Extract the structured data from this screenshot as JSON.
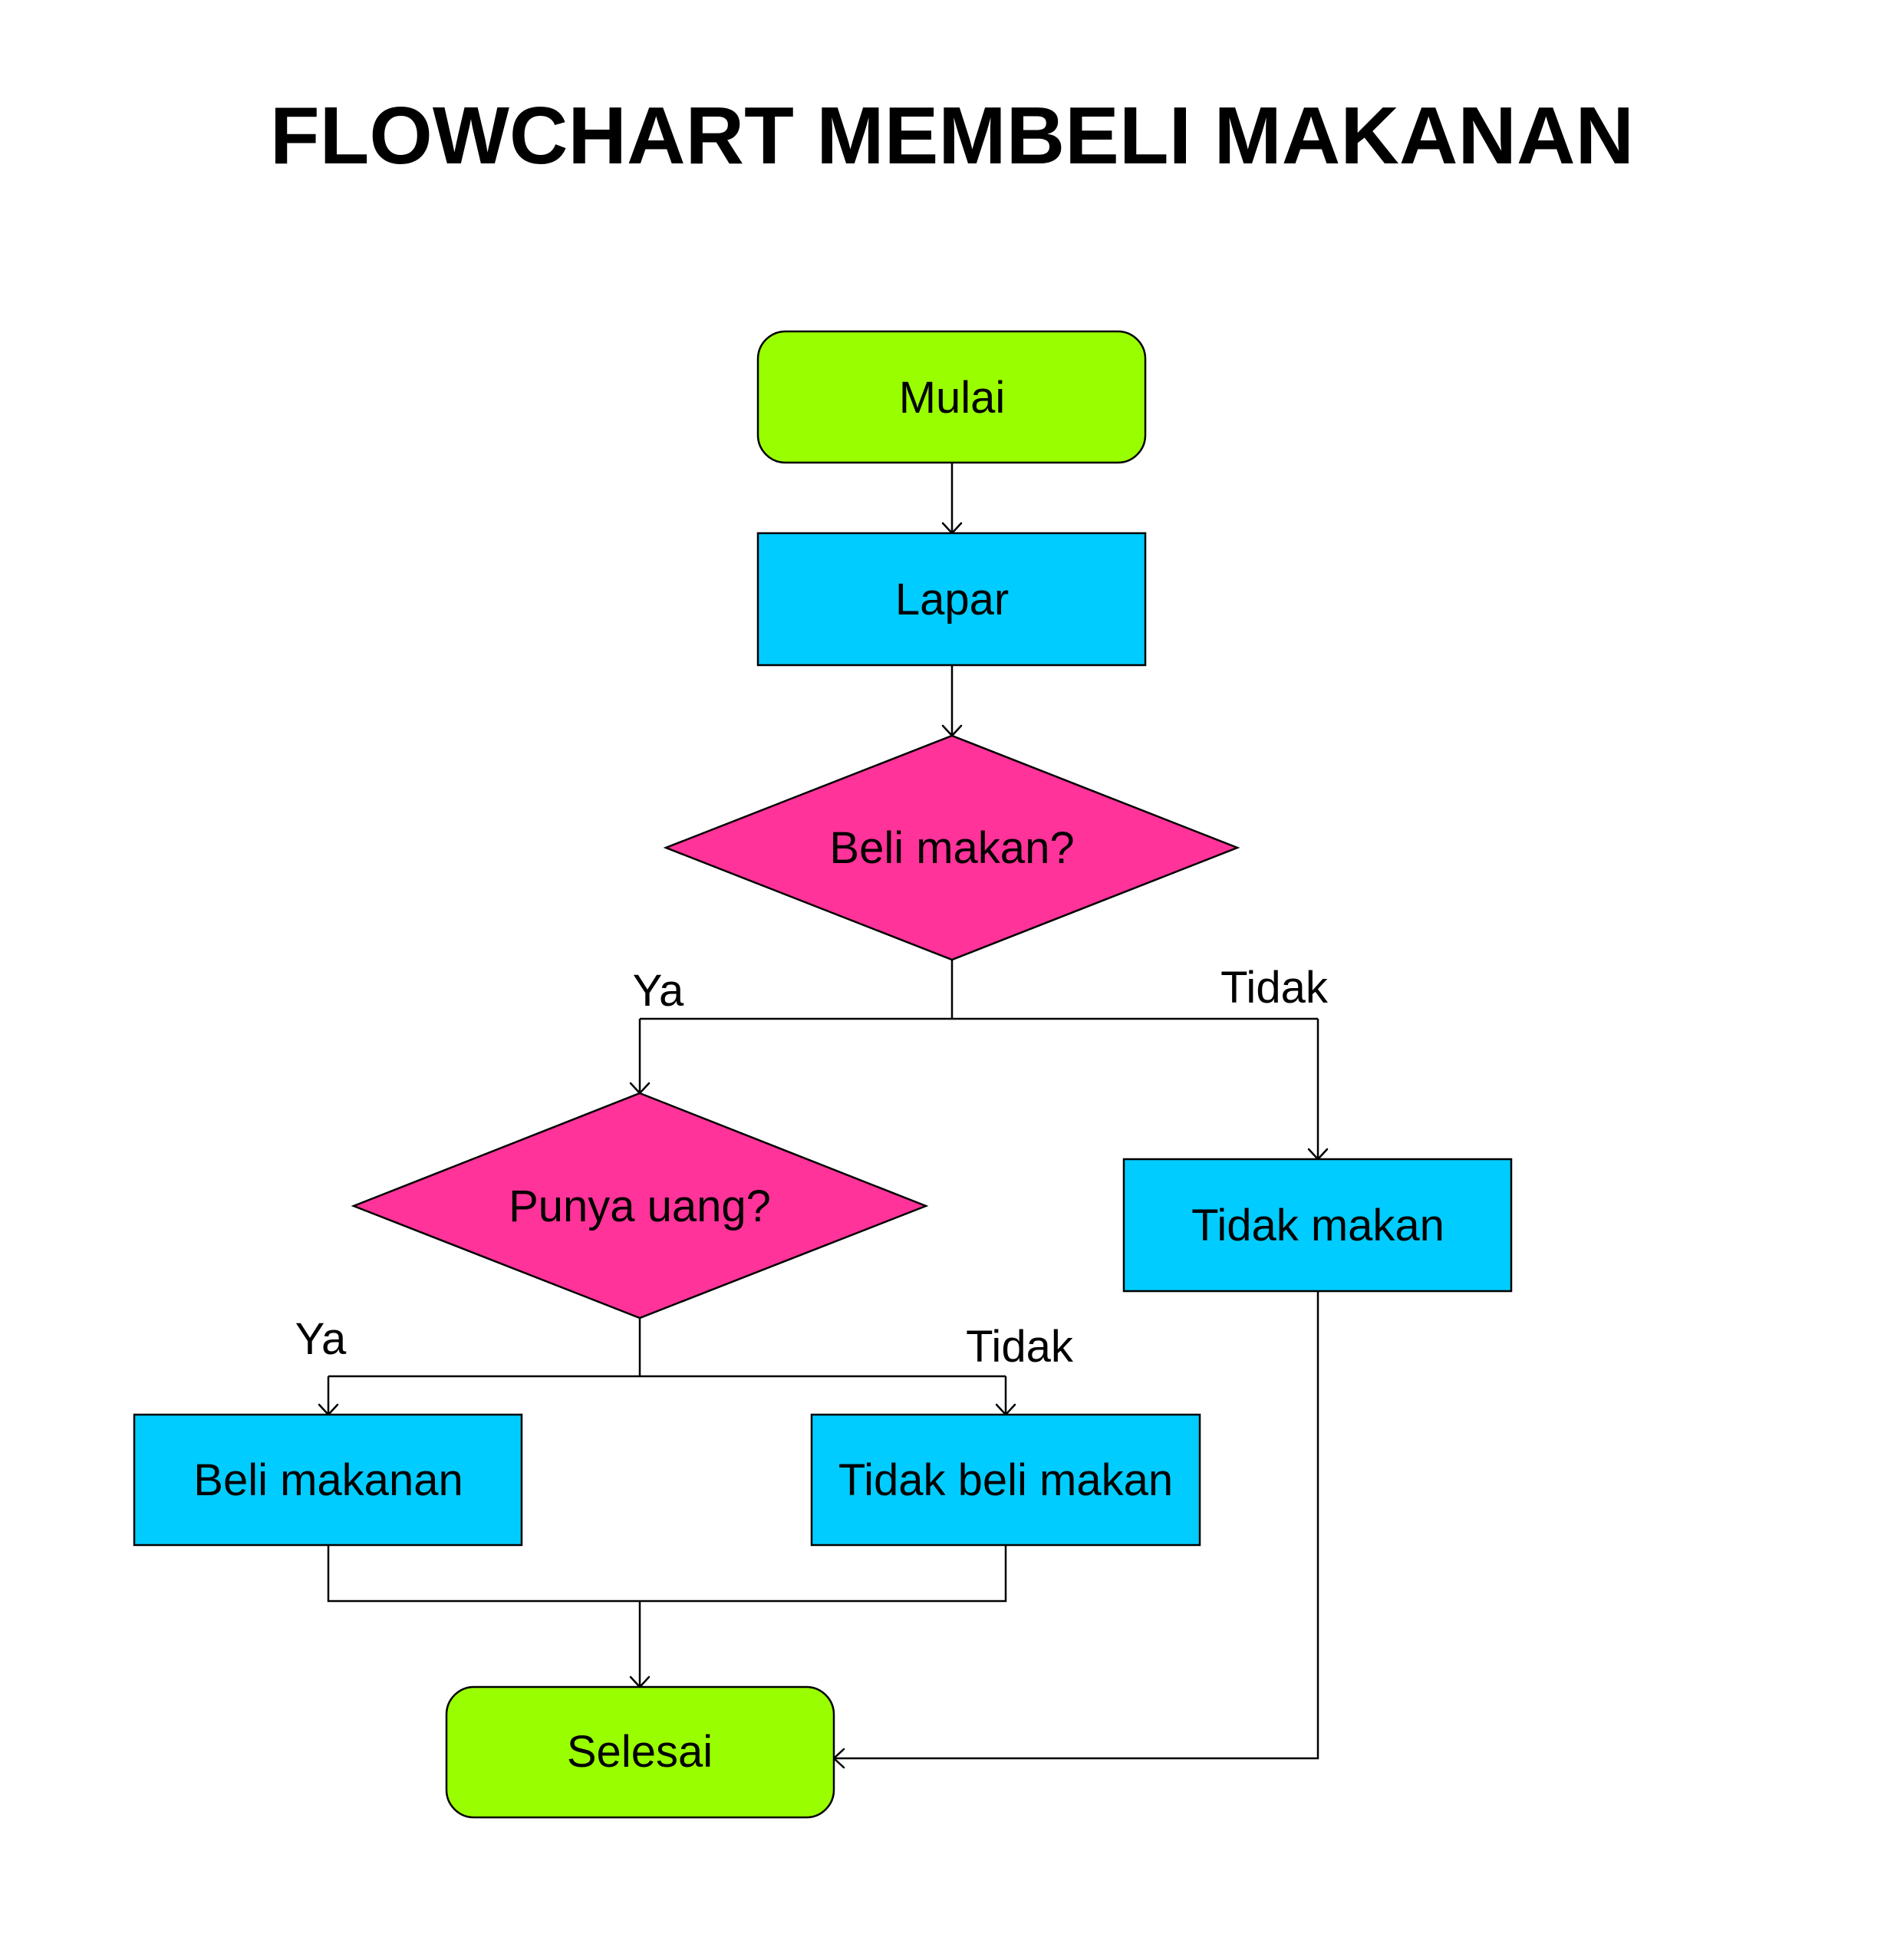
{
  "title": "FLOWCHART MEMBELI MAKANAN",
  "colors": {
    "terminal": "#99ff00",
    "process": "#00ccff",
    "decision": "#ff3399",
    "line": "#000000",
    "background": "#ffffff"
  },
  "nodes": {
    "start": {
      "label": "Mulai",
      "type": "terminal"
    },
    "hungry": {
      "label": "Lapar",
      "type": "process"
    },
    "buy_food_decision": {
      "label": "Beli makan?",
      "type": "decision"
    },
    "have_money_decision": {
      "label": "Punya uang?",
      "type": "decision"
    },
    "no_eat": {
      "label": "Tidak makan",
      "type": "process"
    },
    "buy_food": {
      "label": "Beli makanan",
      "type": "process"
    },
    "no_buy_food": {
      "label": "Tidak beli makan",
      "type": "process"
    },
    "end": {
      "label": "Selesai",
      "type": "terminal"
    }
  },
  "edge_labels": {
    "buy_yes": "Ya",
    "buy_no": "Tidak",
    "money_yes": "Ya",
    "money_no": "Tidak"
  },
  "edges": [
    {
      "from": "start",
      "to": "hungry"
    },
    {
      "from": "hungry",
      "to": "buy_food_decision"
    },
    {
      "from": "buy_food_decision",
      "to": "have_money_decision",
      "label": "Ya"
    },
    {
      "from": "buy_food_decision",
      "to": "no_eat",
      "label": "Tidak"
    },
    {
      "from": "have_money_decision",
      "to": "buy_food",
      "label": "Ya"
    },
    {
      "from": "have_money_decision",
      "to": "no_buy_food",
      "label": "Tidak"
    },
    {
      "from": "buy_food",
      "to": "end"
    },
    {
      "from": "no_buy_food",
      "to": "end"
    },
    {
      "from": "no_eat",
      "to": "end"
    }
  ]
}
